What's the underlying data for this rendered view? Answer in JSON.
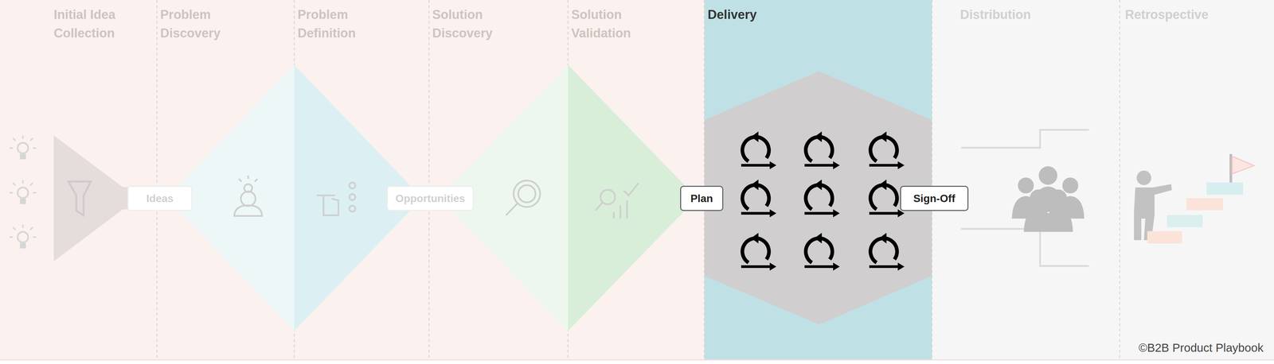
{
  "diagram": {
    "nodes": [
      {
        "text": [
          "Initial Idea Collection"
        ]
      },
      {
        "text": [
          "Problem Discovery"
        ]
      },
      {
        "text": [
          "Problem Definition"
        ]
      },
      {
        "text": [
          "Solution Discovery"
        ]
      },
      {
        "text": [
          "Solution Validation"
        ]
      },
      {
        "text": [
          "Delivery"
        ]
      },
      {
        "text": [
          "Distribution"
        ]
      },
      {
        "text": [
          "Retrospective"
        ]
      },
      {
        "text": [
          "Ideas"
        ]
      },
      {
        "text": [
          "Opportunities"
        ]
      },
      {
        "text": [
          "Plan"
        ]
      },
      {
        "text": [
          "Sign-Off"
        ]
      }
    ],
    "labels": [
      "©B2B Product Playbook"
    ]
  }
}
